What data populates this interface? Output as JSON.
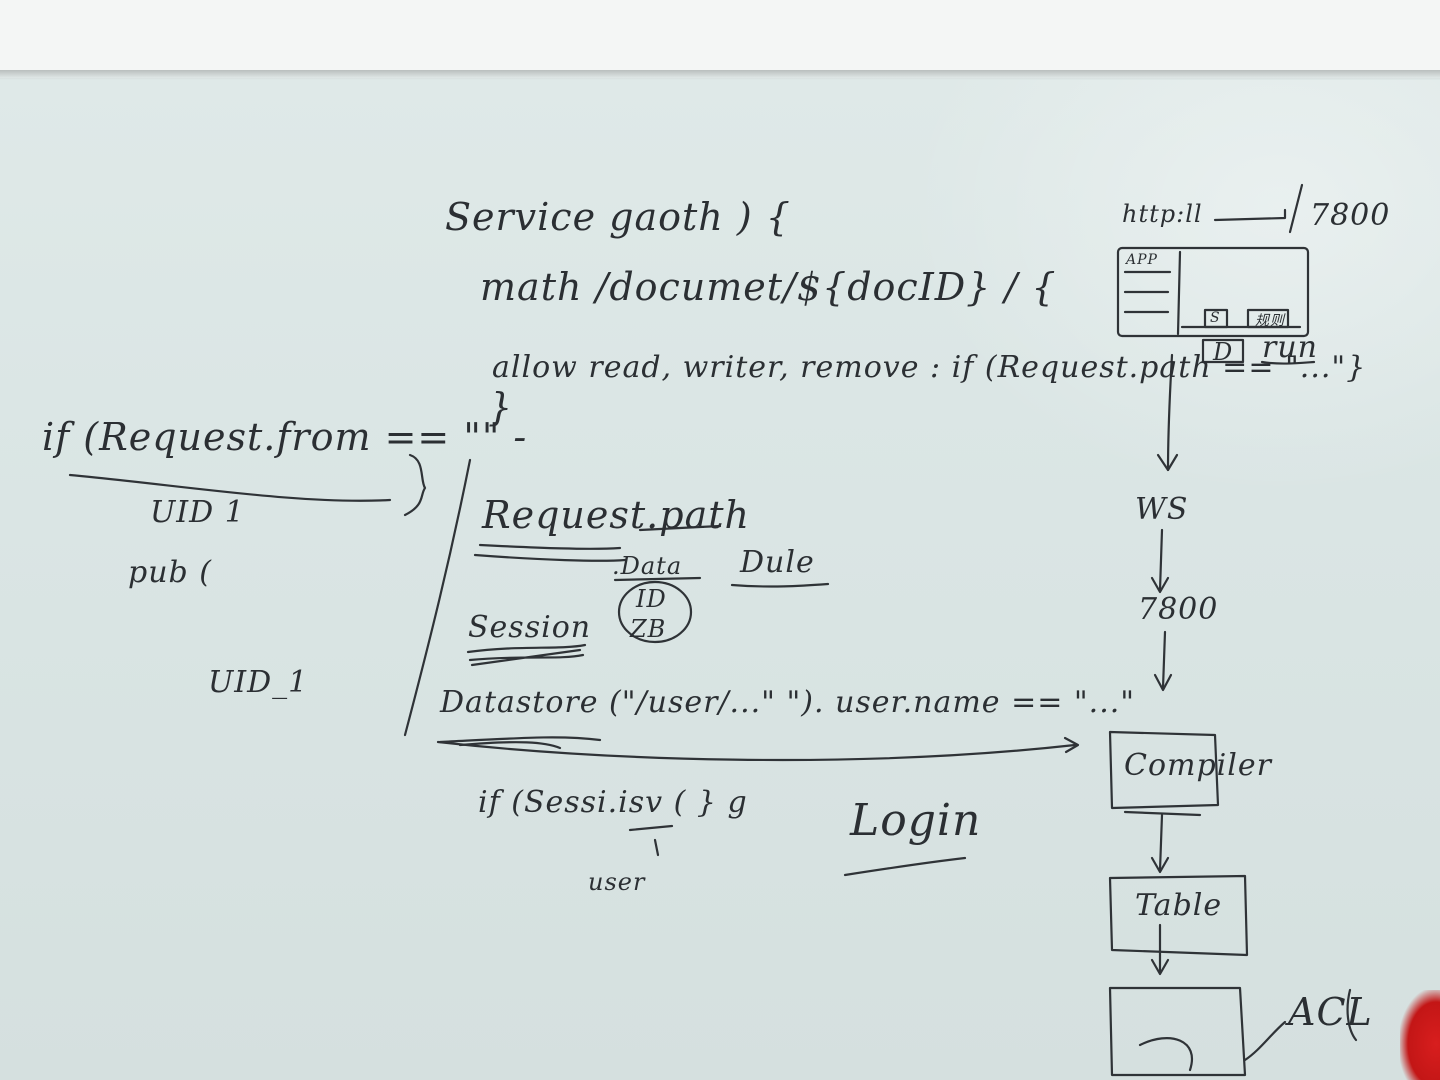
{
  "whiteboard": {
    "lines": {
      "service": "Service gaoth ) {",
      "match": "math /documet/${docID} / {",
      "allow": "allow read, writer, remove : if (Request.path == \"...\"}",
      "close_brace": "}",
      "if_request_from": "if (Request.from == \"\" -",
      "uid1": "UID 1",
      "pub": "pub (",
      "uid_1": "UID_1",
      "request_path": "Request.path",
      "data": ".Data",
      "dule": "Dule",
      "id": "ID",
      "zb": "ZB",
      "session": "Session",
      "datastore": "Datastore (\"/user/...\" \"). user.name == \"...\"",
      "if_session": "if (Sessi.isv  ( } g",
      "user": "user",
      "login": "Login"
    },
    "diagram": {
      "http": "http:ll",
      "port_top": "7800",
      "app": "APP",
      "box_s": "S",
      "box_rule": "规则",
      "box_d": "D",
      "run": "run",
      "ws": "WS",
      "port_mid": "7800",
      "compiler": "Compiler",
      "table": "Table",
      "acl": "ACL"
    }
  }
}
